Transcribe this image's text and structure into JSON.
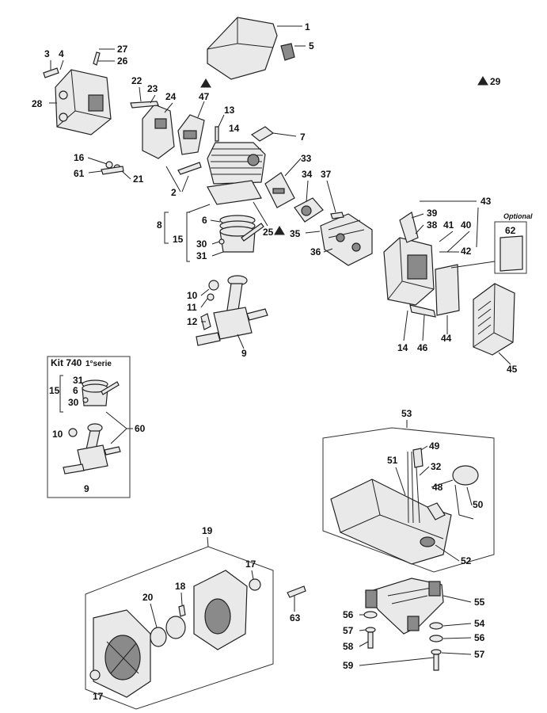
{
  "diagram": {
    "markers": {
      "triangle_29": "29",
      "kit_title": "Kit 740",
      "kit_serie": "1°serie",
      "optional": "Optional"
    },
    "labels": {
      "p1": "1",
      "p2": "2",
      "p3": "3",
      "p4": "4",
      "p5": "5",
      "p6": "6",
      "p6b": "6",
      "p7": "7",
      "p8": "8",
      "p9": "9",
      "p9b": "9",
      "p10": "10",
      "p10b": "10",
      "p11": "11",
      "p12": "12",
      "p13": "13",
      "p14": "14",
      "p14b": "14",
      "p15": "15",
      "p15b": "15",
      "p16": "16",
      "p17": "17",
      "p17b": "17",
      "p18": "18",
      "p19": "19",
      "p20": "20",
      "p21": "21",
      "p22": "22",
      "p23": "23",
      "p24": "24",
      "p25": "25",
      "p26": "26",
      "p27": "27",
      "p28": "28",
      "p30": "30",
      "p30b": "30",
      "p31": "31",
      "p31b": "31",
      "p32": "32",
      "p33": "33",
      "p34": "34",
      "p35": "35",
      "p36": "36",
      "p37": "37",
      "p38": "38",
      "p39": "39",
      "p40": "40",
      "p41": "41",
      "p42": "42",
      "p43": "43",
      "p44": "44",
      "p45": "45",
      "p46": "46",
      "p47": "47",
      "p48": "48",
      "p49": "49",
      "p50": "50",
      "p51": "51",
      "p52": "52",
      "p53": "53",
      "p54": "54",
      "p55": "55",
      "p56": "56",
      "p56b": "56",
      "p57": "57",
      "p57b": "57",
      "p58": "58",
      "p59": "59",
      "p60": "60",
      "p61": "61",
      "p62": "62",
      "p63": "63"
    }
  }
}
